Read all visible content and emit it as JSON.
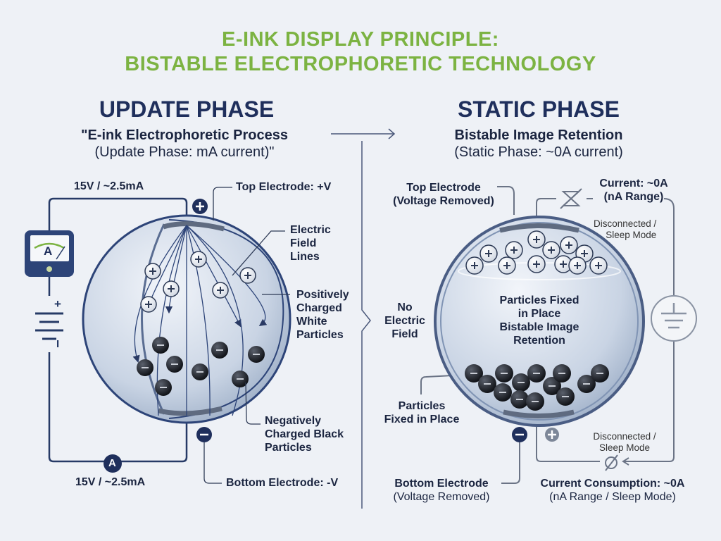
{
  "title": {
    "line1": "E-INK DISPLAY PRINCIPLE:",
    "line2": "BISTABLE ELECTROPHORETIC TECHNOLOGY"
  },
  "colors": {
    "title": "#7cb342",
    "navy": "#1f2f5c",
    "background": "#eef1f6",
    "particle_black": "#1c1f26",
    "particle_white": "#f4f6fa"
  },
  "update": {
    "heading": "UPDATE PHASE",
    "subtitle1": "\"E-ink Electrophoretic Process",
    "subtitle2": "(Update Phase: mA current)\"",
    "top_supply": "15V / ~2.5mA",
    "bottom_supply": "15V / ~2.5mA",
    "meter_label": "A",
    "ammeter_label": "A",
    "battery_plus": "+",
    "battery_minus": "I",
    "top_electrode": "Top Electrode: +V",
    "field_lines": [
      "Electric",
      "Field",
      "Lines"
    ],
    "white_particles": [
      "Positively",
      "Charged",
      "White",
      "Particles"
    ],
    "black_particles": [
      "Negatively",
      "Charged Black",
      "Particles"
    ],
    "bottom_electrode": "Bottom Electrode: -V"
  },
  "static": {
    "heading": "STATIC PHASE",
    "subtitle1": "Bistable Image Retention",
    "subtitle2": "(Static Phase: ~0A current)",
    "top_electrode": [
      "Top Electrode",
      "(Voltage Removed)"
    ],
    "current": [
      "Current: ~0A",
      "(nA Range)"
    ],
    "sleep_top": [
      "Disconnected /",
      "Sleep Mode"
    ],
    "no_field": [
      "No",
      "Electric",
      "Field"
    ],
    "center_text": [
      "Particles Fixed",
      "in Place",
      "Bistable Image",
      "Retention"
    ],
    "particles_fixed": [
      "Particles",
      "Fixed in Place"
    ],
    "sleep_bottom": [
      "Disconnected /",
      "Sleep Mode"
    ],
    "bottom_electrode": [
      "Bottom Electrode",
      "(Voltage Removed)"
    ],
    "consumption": [
      "Current Consumption: ~0A",
      "(nA Range / Sleep Mode)"
    ]
  }
}
